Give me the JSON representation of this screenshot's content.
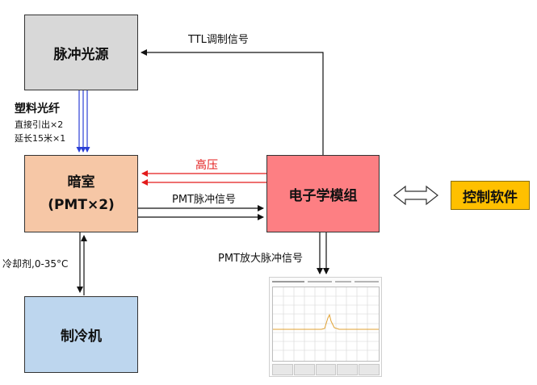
{
  "boxes": {
    "pulse_source": "脉冲光源",
    "dark_room_line1": "暗室",
    "dark_room_line2": "(PMT×2)",
    "cooler": "制冷机",
    "electronics": "电子学模组",
    "control_software": "控制软件"
  },
  "labels": {
    "ttl": "TTL调制信号",
    "plastic_fiber": "塑料光纤",
    "direct_lead": "直接引出×2",
    "extension": "延长15米×1",
    "high_voltage": "高压",
    "pmt_pulse": "PMT脉冲信号",
    "pmt_amplified": "PMT放大脉冲信号",
    "coolant": "冷却剂,0-35°C"
  },
  "colors": {
    "pulse_source": "#d8d8d8",
    "dark_room": "#f6c7a6",
    "cooler": "#bdd6ee",
    "electronics": "#fd7f83",
    "control_software": "#ffc000",
    "high_voltage": "#e31b1b",
    "trace": "#e0a030"
  },
  "icons": {
    "bidirectional": "double-arrow-icon",
    "scope": "oscilloscope-trace-icon"
  }
}
